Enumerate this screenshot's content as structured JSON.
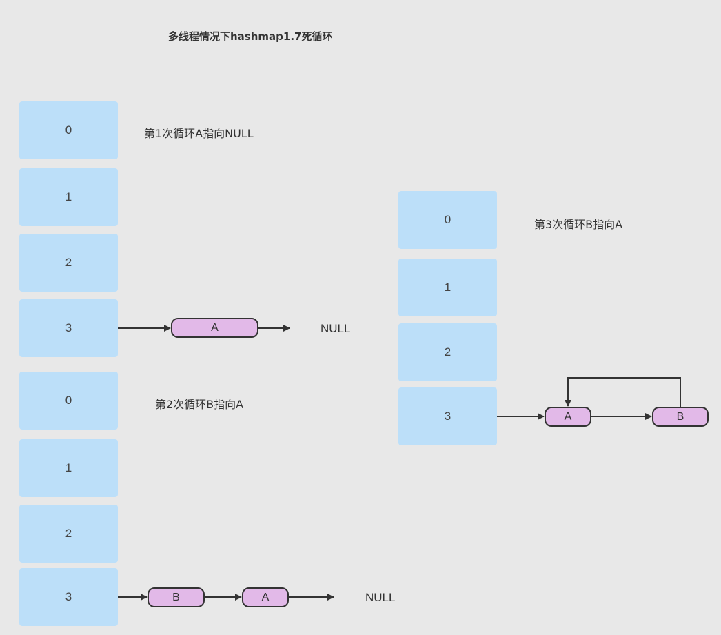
{
  "title": "多线程情况下hashmap1.7死循环",
  "panel1": {
    "caption": "第1次循环A指向NULL",
    "cells": [
      "0",
      "1",
      "2",
      "3"
    ],
    "nodes": [
      "A"
    ],
    "null_label": "NULL"
  },
  "panel2": {
    "caption": "第2次循环B指向A",
    "cells": [
      "0",
      "1",
      "2",
      "3"
    ],
    "nodes": [
      "B",
      "A"
    ],
    "null_label": "NULL"
  },
  "panel3": {
    "caption": "第3次循环B指向A",
    "cells": [
      "0",
      "1",
      "2",
      "3"
    ],
    "nodes": [
      "A",
      "B"
    ]
  }
}
